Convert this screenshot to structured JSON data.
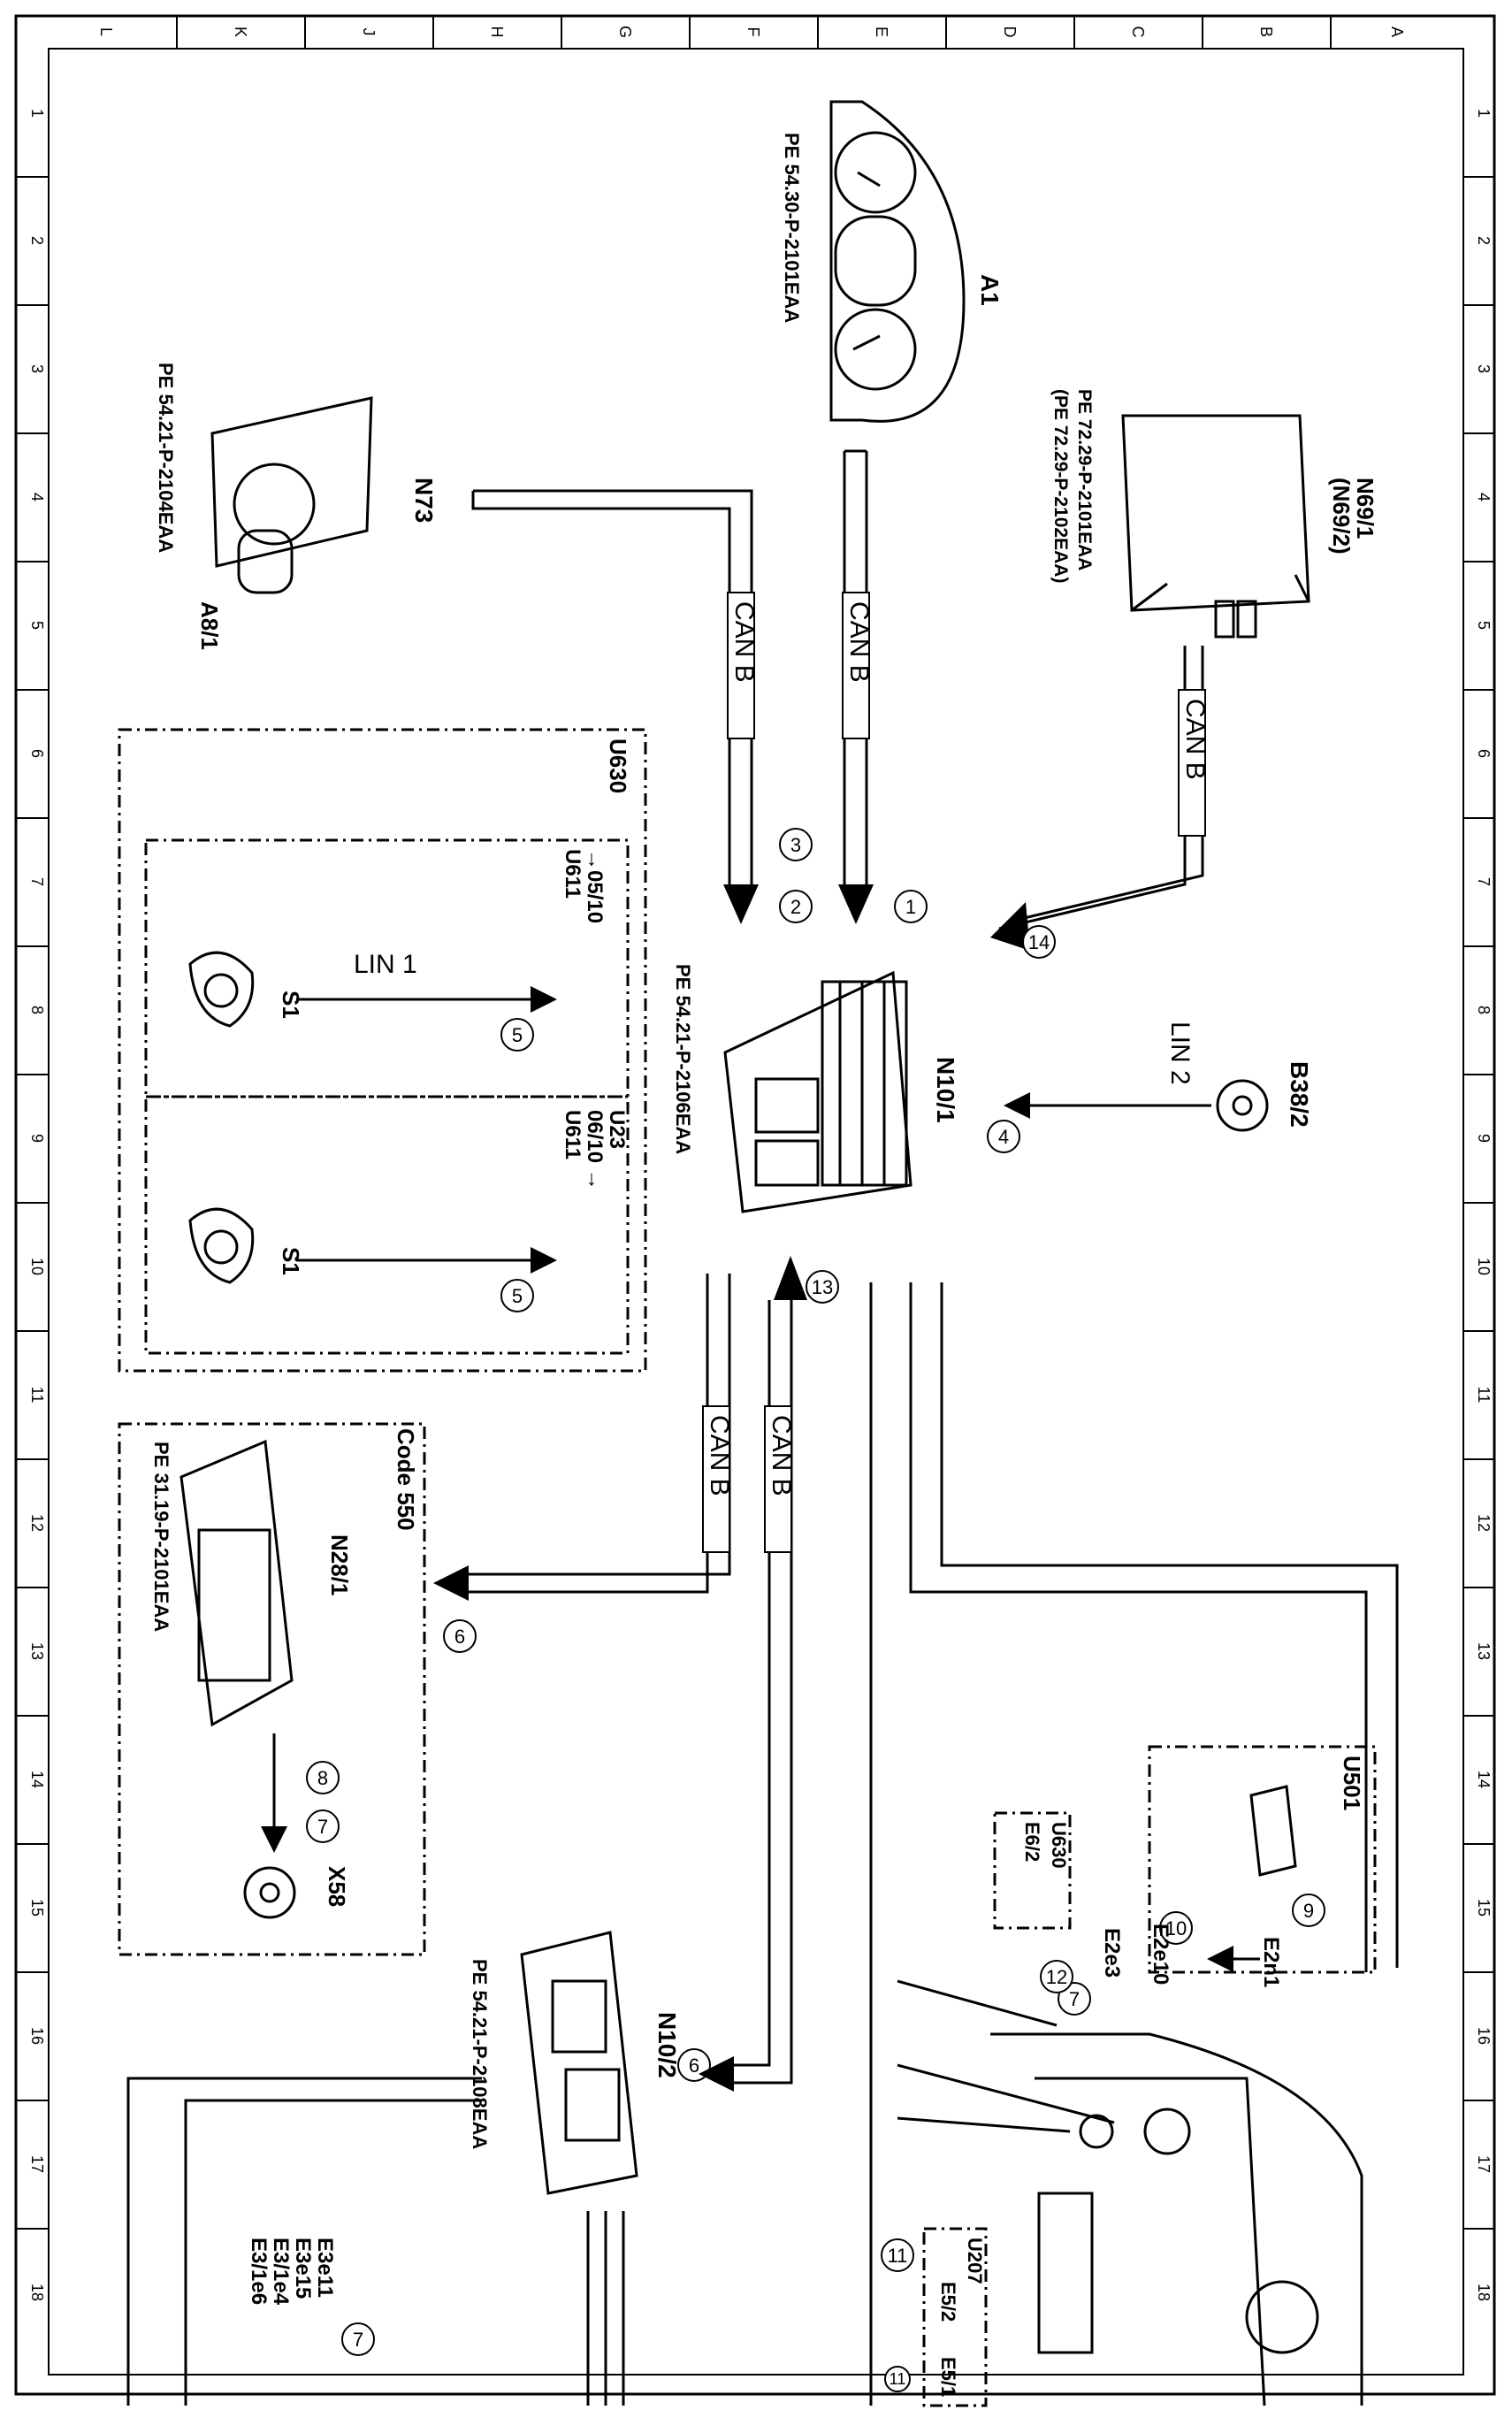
{
  "frame": {
    "columns": [
      "L",
      "K",
      "J",
      "H",
      "G",
      "F",
      "E",
      "D",
      "C",
      "B",
      "A"
    ],
    "rows": [
      "1",
      "2",
      "3",
      "4",
      "5",
      "6",
      "7",
      "8",
      "9",
      "10",
      "11",
      "12",
      "13",
      "14",
      "15",
      "16",
      "17",
      "18"
    ]
  },
  "components": {
    "a1": {
      "label": "A1",
      "ref": "PE 54.30-P-2101EAA"
    },
    "n69": {
      "label1": "N69/1",
      "label2": "(N69/2)",
      "ref1": "PE 72.29-P-2101EAA",
      "ref2": "(PE 72.29-P-2102EAA)"
    },
    "n73": {
      "label": "N73",
      "label2": "A8/1",
      "ref": "PE 54.21-P-2104EAA"
    },
    "n10_1": {
      "label": "N10/1",
      "ref": "PE 54.21-P-2106EAA"
    },
    "b38_2": {
      "label": "B38/2"
    },
    "u630": {
      "label": "U630"
    },
    "u611_a": {
      "label1": "U611",
      "label2": "→05/10",
      "switch": "S1"
    },
    "u611_b": {
      "label1": "U611",
      "label2": "06/10 →",
      "label3": "U23",
      "switch": "S1"
    },
    "n28_1": {
      "label": "N28/1",
      "code": "Code 550",
      "ref": "PE 31.19-P-2101EAA",
      "plug": "X58"
    },
    "n10_2": {
      "label": "N10/2",
      "ref": "PE 54.21-P-2108EAA"
    },
    "u501": {
      "label": "U501",
      "e2n1": "E2n1",
      "e2e10": "E2e10",
      "e2e3": "E2e3"
    },
    "u630_e6": {
      "label1": "U630",
      "label2": "E6/2"
    },
    "u207": {
      "label": "U207",
      "e5_1": "E5/1",
      "e5_2": "E5/2"
    },
    "e3": {
      "l1": "E3e11",
      "l2": "E3e15",
      "l3": "E3/1e4",
      "l4": "E3/1e6"
    }
  },
  "buses": {
    "can": "CAN B",
    "lin1": "LIN 1",
    "lin2": "LIN 2"
  },
  "callouts": [
    "1",
    "2",
    "3",
    "4",
    "5",
    "5",
    "6",
    "6",
    "7",
    "7",
    "7",
    "8",
    "9",
    "10",
    "11",
    "11",
    "12",
    "13",
    "14"
  ]
}
